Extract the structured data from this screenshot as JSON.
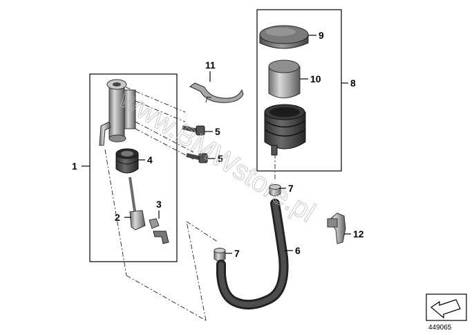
{
  "parts": {
    "p1": "1",
    "p2": "2",
    "p3": "3",
    "p4": "4",
    "p5a": "5",
    "p5b": "5",
    "p6": "6",
    "p7a": "7",
    "p7b": "7",
    "p8": "8",
    "p9": "9",
    "p10": "10",
    "p11": "11",
    "p12": "12"
  },
  "watermark": "www.BMWstore.pl",
  "reference_number": "449065",
  "icon": "direction-arrow-icon"
}
